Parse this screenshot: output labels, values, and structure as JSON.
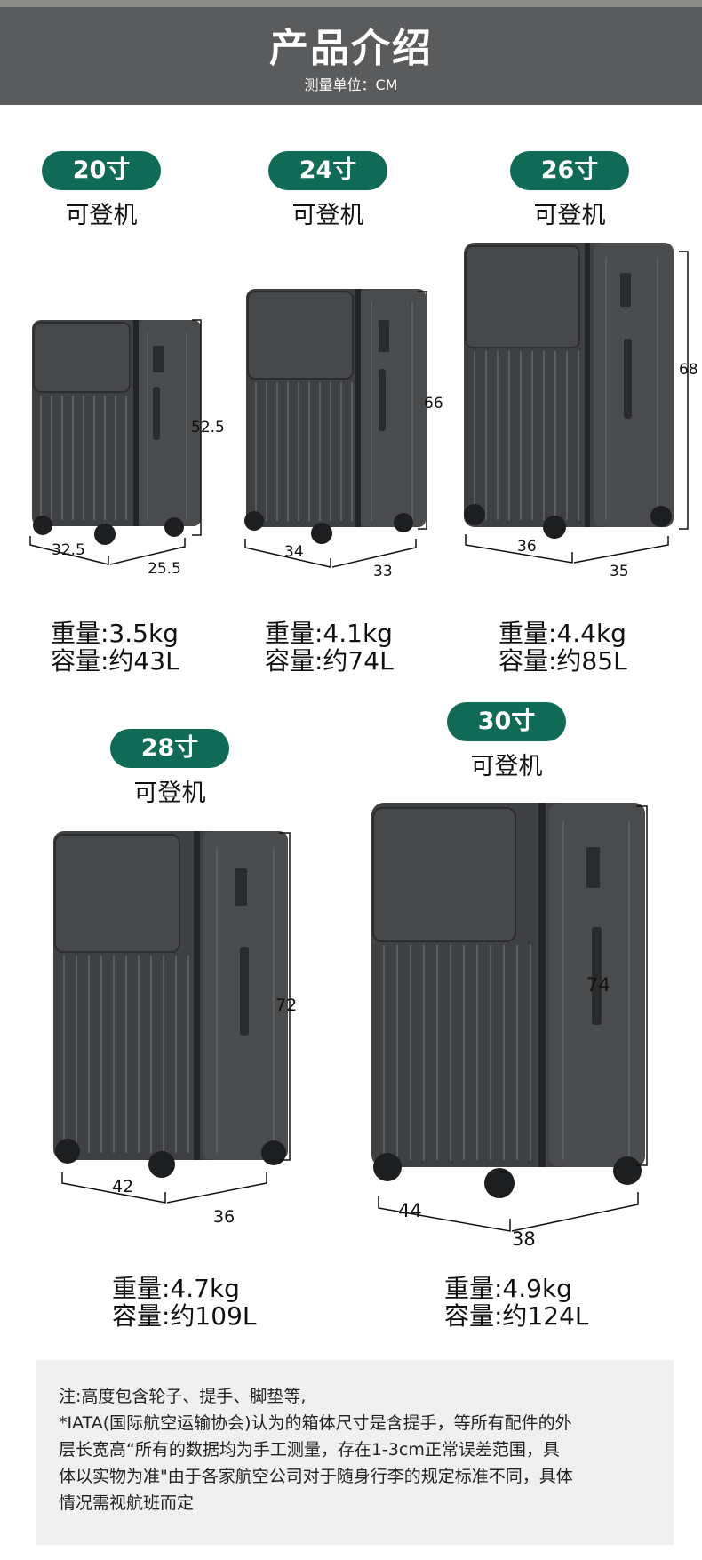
{
  "header": {
    "title": "产品介绍",
    "unit": "测量单位：CM"
  },
  "colors": {
    "header_bg": "#5a5b5d",
    "pill_bg": "#0f6b55",
    "note_bg": "#f0f0f0",
    "case_body": "#3f4042"
  },
  "products": [
    {
      "size": "20寸",
      "carry": "可登机",
      "height": "52.5",
      "width": "32.5",
      "depth": "25.5",
      "weight": "重量:3.5kg",
      "capacity": "容量:约43L"
    },
    {
      "size": "24寸",
      "carry": "可登机",
      "height": "66",
      "width": "34",
      "depth": "33",
      "weight": "重量:4.1kg",
      "capacity": "容量:约74L"
    },
    {
      "size": "26寸",
      "carry": "可登机",
      "height": "68",
      "width": "36",
      "depth": "35",
      "weight": "重量:4.4kg",
      "capacity": "容量:约85L"
    },
    {
      "size": "28寸",
      "carry": "可登机",
      "height": "72",
      "width": "42",
      "depth": "36",
      "weight": "重量:4.7kg",
      "capacity": "容量:约109L"
    },
    {
      "size": "30寸",
      "carry": "可登机",
      "height": "74",
      "width": "44",
      "depth": "38",
      "weight": "重量:4.9kg",
      "capacity": "容量:约124L"
    }
  ],
  "note": {
    "lines": [
      "注:高度包含轮子、提手、脚垫等,",
      "*IATA(国际航空运输协会)认为的箱体尺寸是含提手，等所有配件的外",
      "层长宽高“所有的数据均为手工测量，存在1-3cm正常误差范围，具",
      "体以实物为准\"由于各家航空公司对于随身行李的规定标准不同，具体",
      "情况需视航班而定"
    ]
  }
}
